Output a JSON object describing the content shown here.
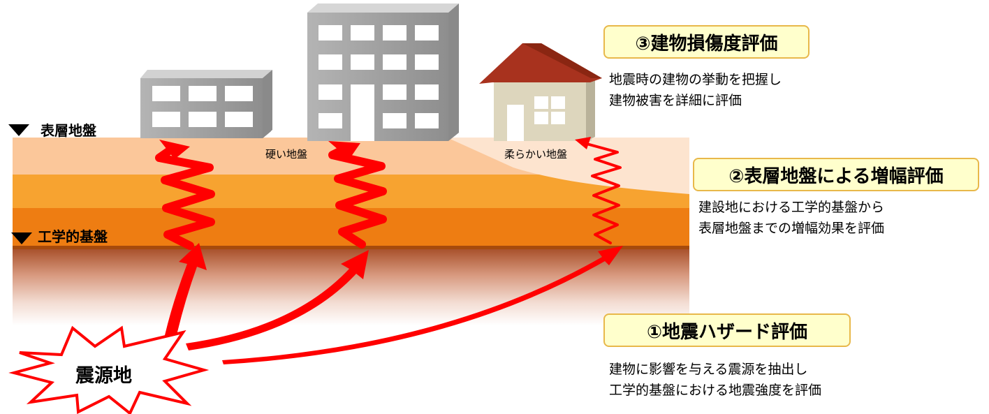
{
  "layers": {
    "surface": "表層地盤",
    "bedrock": "工学的基盤"
  },
  "ground_labels": {
    "hard": "硬い地盤",
    "soft": "柔らかい地盤"
  },
  "epicenter": "震源地",
  "steps": [
    {
      "title": "③建物損傷度評価",
      "lines": [
        "地震時の建物の挙動を把握し",
        "建物被害を詳細に評価"
      ]
    },
    {
      "title": "②表層地盤による増幅評価",
      "lines": [
        "建設地における工学的基盤から",
        "表層地盤までの増幅効果を評価"
      ]
    },
    {
      "title": "①地震ハザード評価",
      "lines": [
        "建物に影響を与える震源を抽出し",
        "工学的基盤における地震強度を評価"
      ]
    }
  ],
  "colors": {
    "surface_layer": "#fbc79a",
    "middle_layer": "#f7a330",
    "lower_layer": "#ee7d12",
    "bedrock_line": "#a64a0c",
    "wave": "#ff0000",
    "title_box_fill": "#ffffcc",
    "title_box_border": "#e8b84a",
    "roof": "#a8321e",
    "house_wall": "#ddd6bd",
    "building": "#a6a6a6"
  }
}
